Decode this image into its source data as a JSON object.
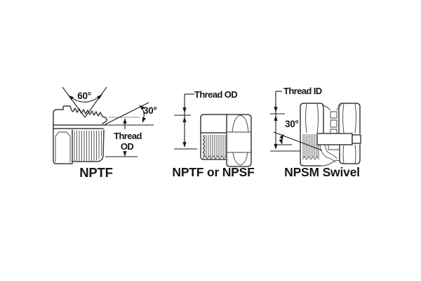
{
  "page": {
    "background": "#ffffff",
    "description": "Pipe thread fitting identification line drawings"
  },
  "colors": {
    "drawing_line": "#3c3c3c",
    "annotation_line": "#1a1a1a",
    "helper_line": "#8a8a8a",
    "text": "#161616"
  },
  "diagrams": [
    {
      "id": "nptf-male",
      "label": "NPTF",
      "annotations": {
        "thread_angle": "60°",
        "taper_angle": "30°",
        "dim_word1": "Thread",
        "dim_word2": "OD"
      }
    },
    {
      "id": "nptf-npsf-female",
      "label": "NPTF or NPSF",
      "annotations": {
        "dim": "Thread OD"
      }
    },
    {
      "id": "npsm-swivel",
      "label": "NPSM Swivel",
      "annotations": {
        "seat_angle": "30°",
        "dim": "Thread ID"
      }
    }
  ]
}
